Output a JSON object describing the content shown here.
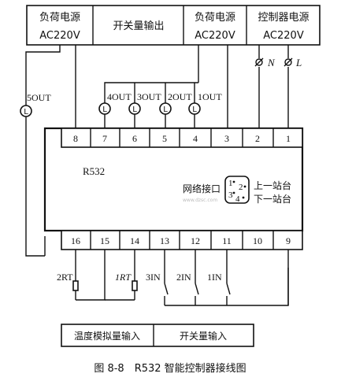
{
  "top_boxes": [
    {
      "line1": "负荷电源",
      "line2": "AC220V"
    },
    {
      "line1": "开关量输出",
      "line2": ""
    },
    {
      "line1": "负荷电源",
      "line2": "AC220V"
    },
    {
      "line1": "控制器电源",
      "line2": "AC220V"
    }
  ],
  "supply_terminals": {
    "n": "Ø N",
    "l": "Ø L"
  },
  "outputs": [
    "5OUT",
    "4OUT",
    "3OUT",
    "2OUT",
    "1OUT"
  ],
  "lamp_symbol": "L",
  "top_terminals": [
    "8",
    "7",
    "6",
    "5",
    "4",
    "3",
    "2",
    "1"
  ],
  "bottom_terminals": [
    "16",
    "15",
    "14",
    "13",
    "12",
    "11",
    "10",
    "9"
  ],
  "device": {
    "model": "R532",
    "network_label": "网络接口",
    "port_pins": [
      "1",
      "2",
      "3",
      "4"
    ],
    "upstream": "上一站台",
    "downstream": "下一站台",
    "watermark": "www.dzsc.com"
  },
  "inputs": {
    "rt2": "2RT",
    "rt1": "1RT",
    "in3": "3IN",
    "in2": "2IN",
    "in1": "1IN"
  },
  "bottom_boxes": [
    "温度模拟量输入",
    "开关量输入"
  ],
  "caption": "图 8-8　R532 智能控制器接线图"
}
